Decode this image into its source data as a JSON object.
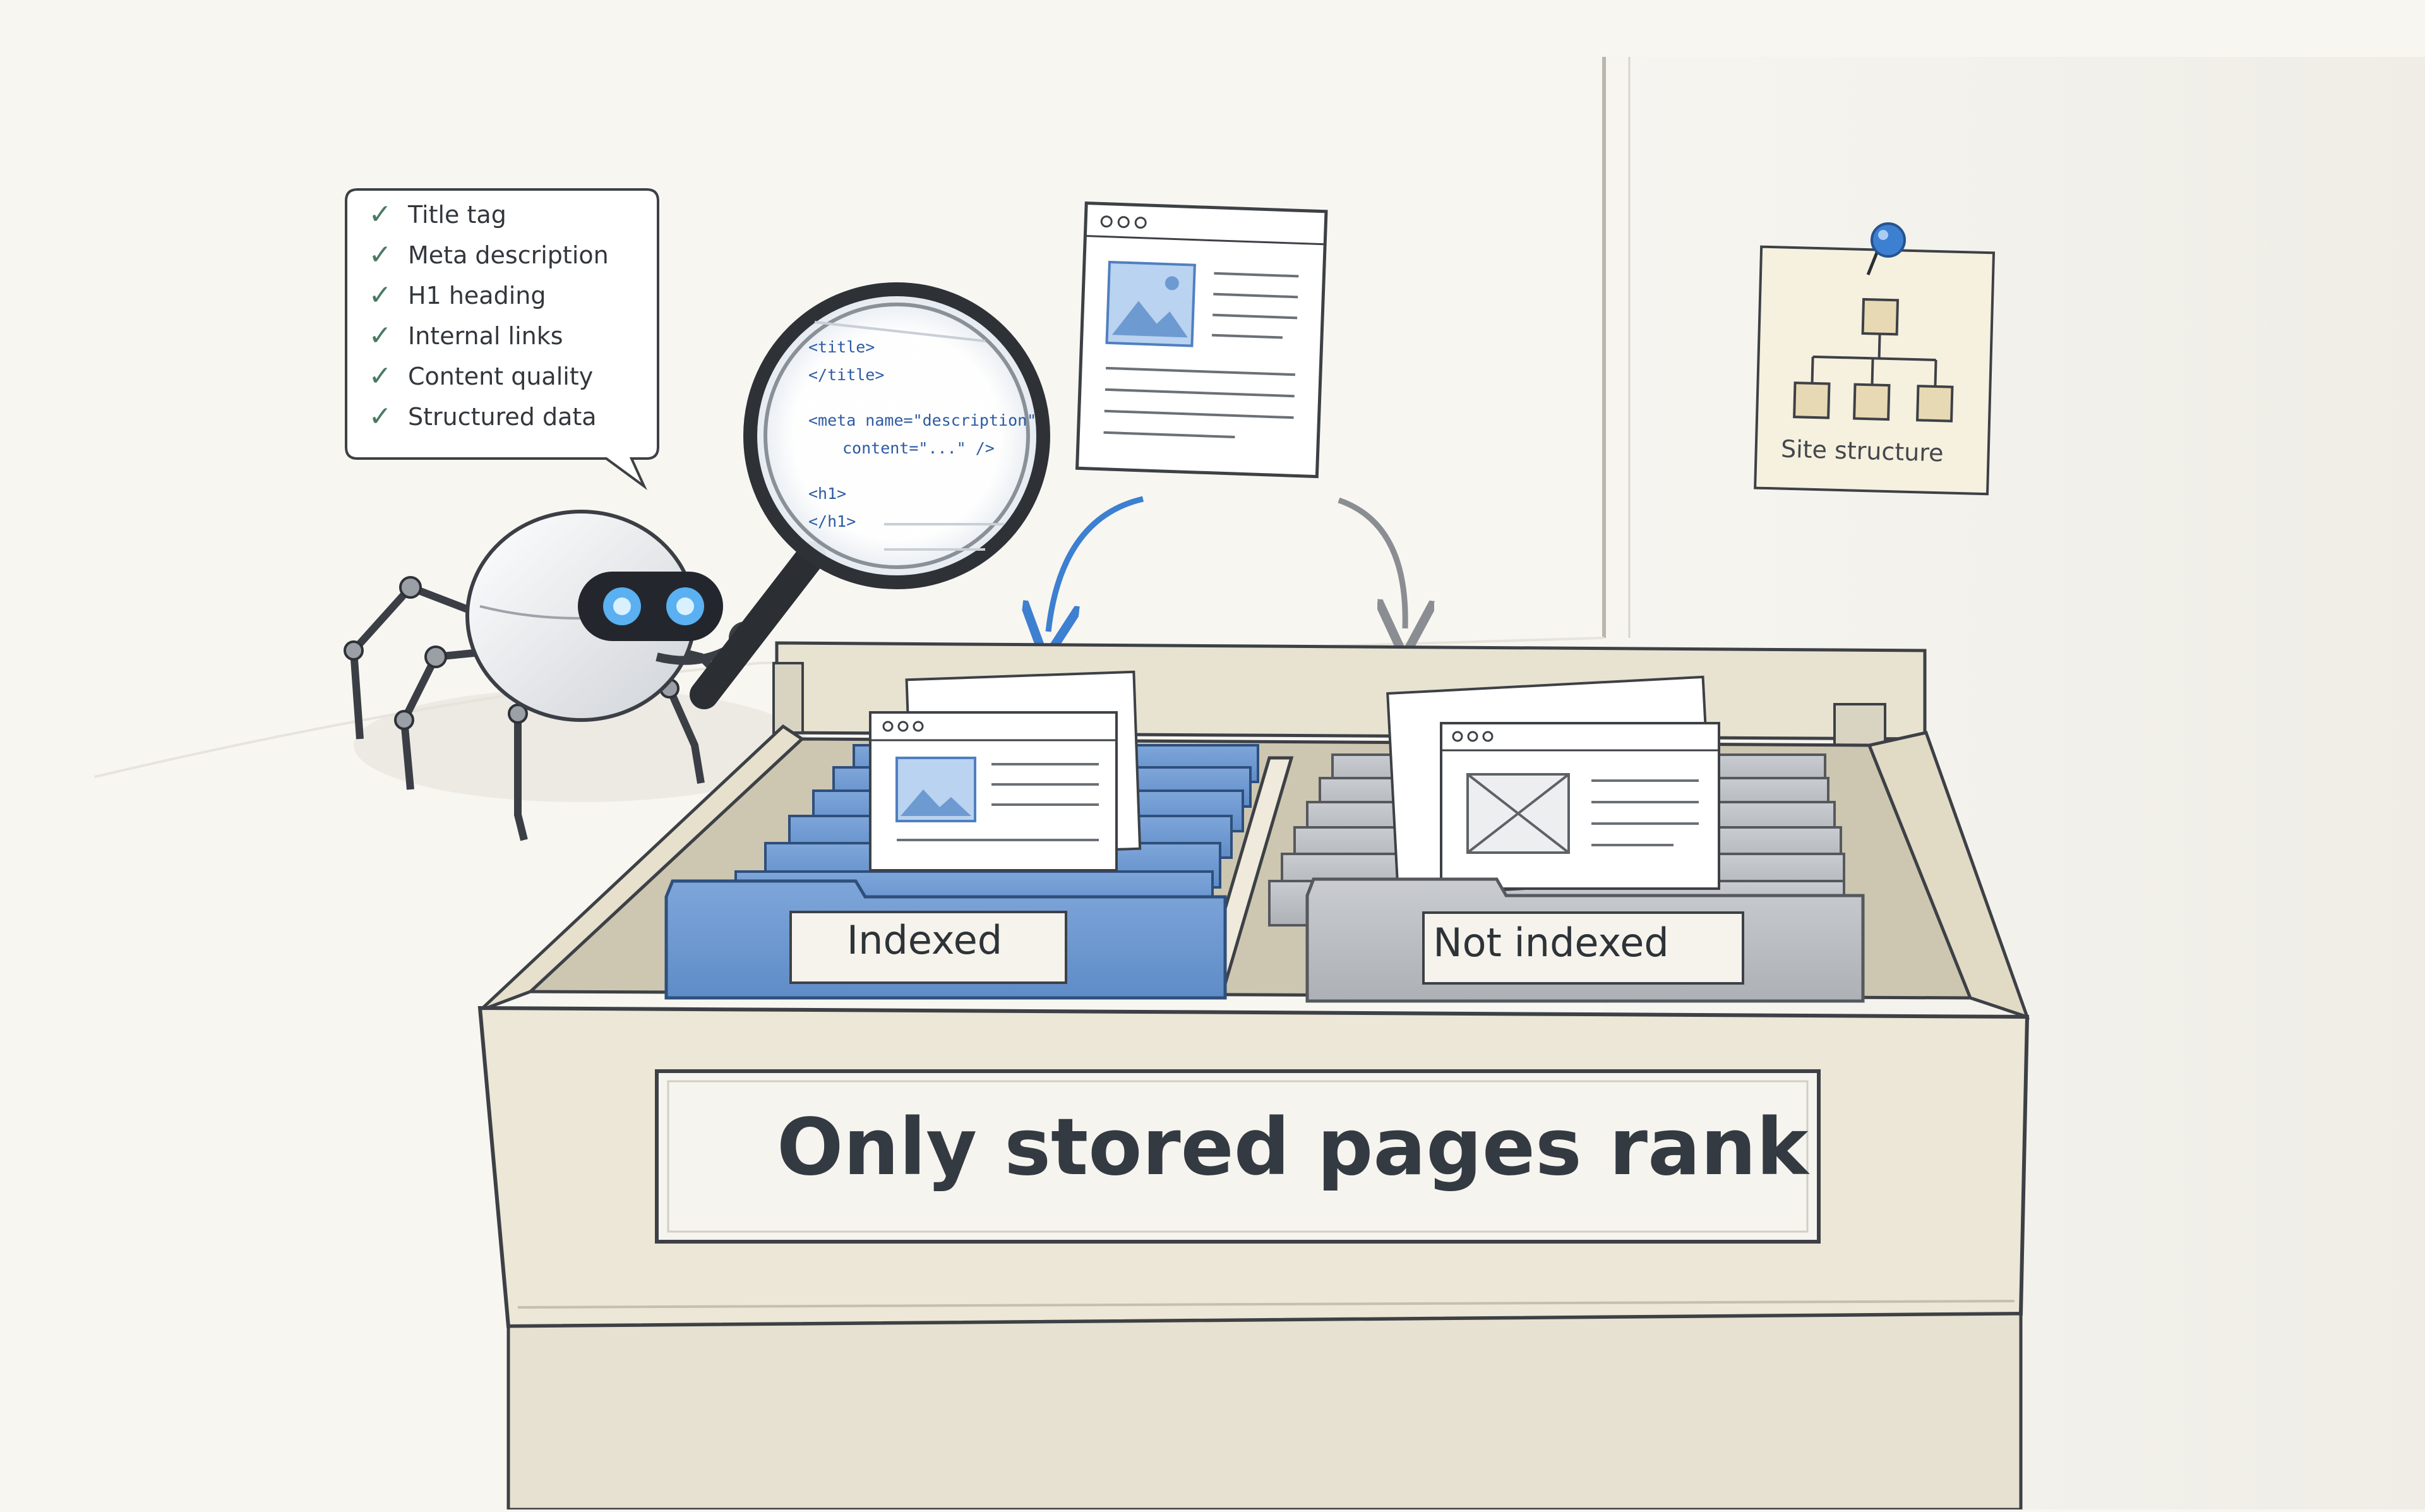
{
  "checklist": {
    "items": [
      "Title tag",
      "Meta description",
      "H1 heading",
      "Internal links",
      "Content quality",
      "Structured data"
    ]
  },
  "code_snippet": {
    "lines": [
      "<title>",
      "</title>",
      "<meta name=\"description\"",
      "content=\"...\" />",
      "<h1>",
      "</h1>"
    ]
  },
  "sticky_note": {
    "label": "Site structure"
  },
  "folders": {
    "indexed_label": "Indexed",
    "not_indexed_label": "Not indexed"
  },
  "drawer": {
    "label": "Only stored pages rank"
  },
  "colors": {
    "background": "#f7f6f1",
    "indexed_blue": "#6e9ad2",
    "not_indexed_gray": "#b8bcc1",
    "cabinet": "#ece7d6",
    "accent_arrow": "#3d7fd1",
    "check_green": "#4a7a62",
    "sticky_note": "#f6f0df"
  },
  "icons": [
    "check-icon",
    "magnifier-icon",
    "spider-robot-icon",
    "pushpin-icon",
    "image-placeholder-icon",
    "arrow-down-icon"
  ]
}
